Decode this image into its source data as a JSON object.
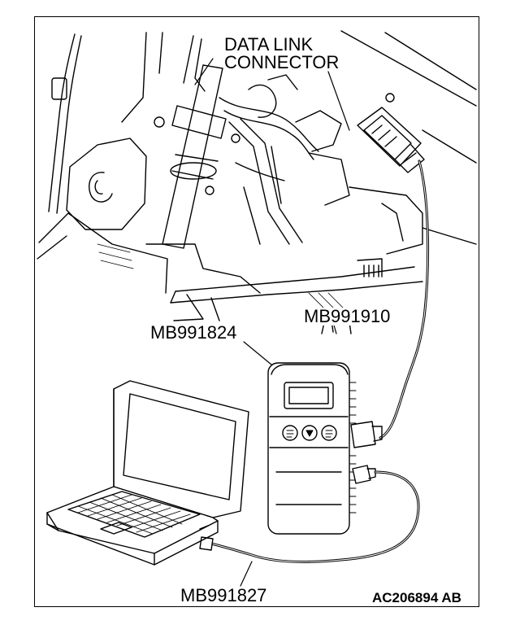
{
  "labels": {
    "data_link_connector_line1": "DATA LINK",
    "data_link_connector_line2": "CONNECTOR",
    "cable_mb991910": "MB991910",
    "interface_mb991824": "MB991824",
    "usb_cable_mb991827": "MB991827",
    "figure_id": "AC206894 AB"
  },
  "icons": [
    "laptop-icon",
    "vehicle-interface-icon",
    "diagnostic-connector-icon"
  ]
}
